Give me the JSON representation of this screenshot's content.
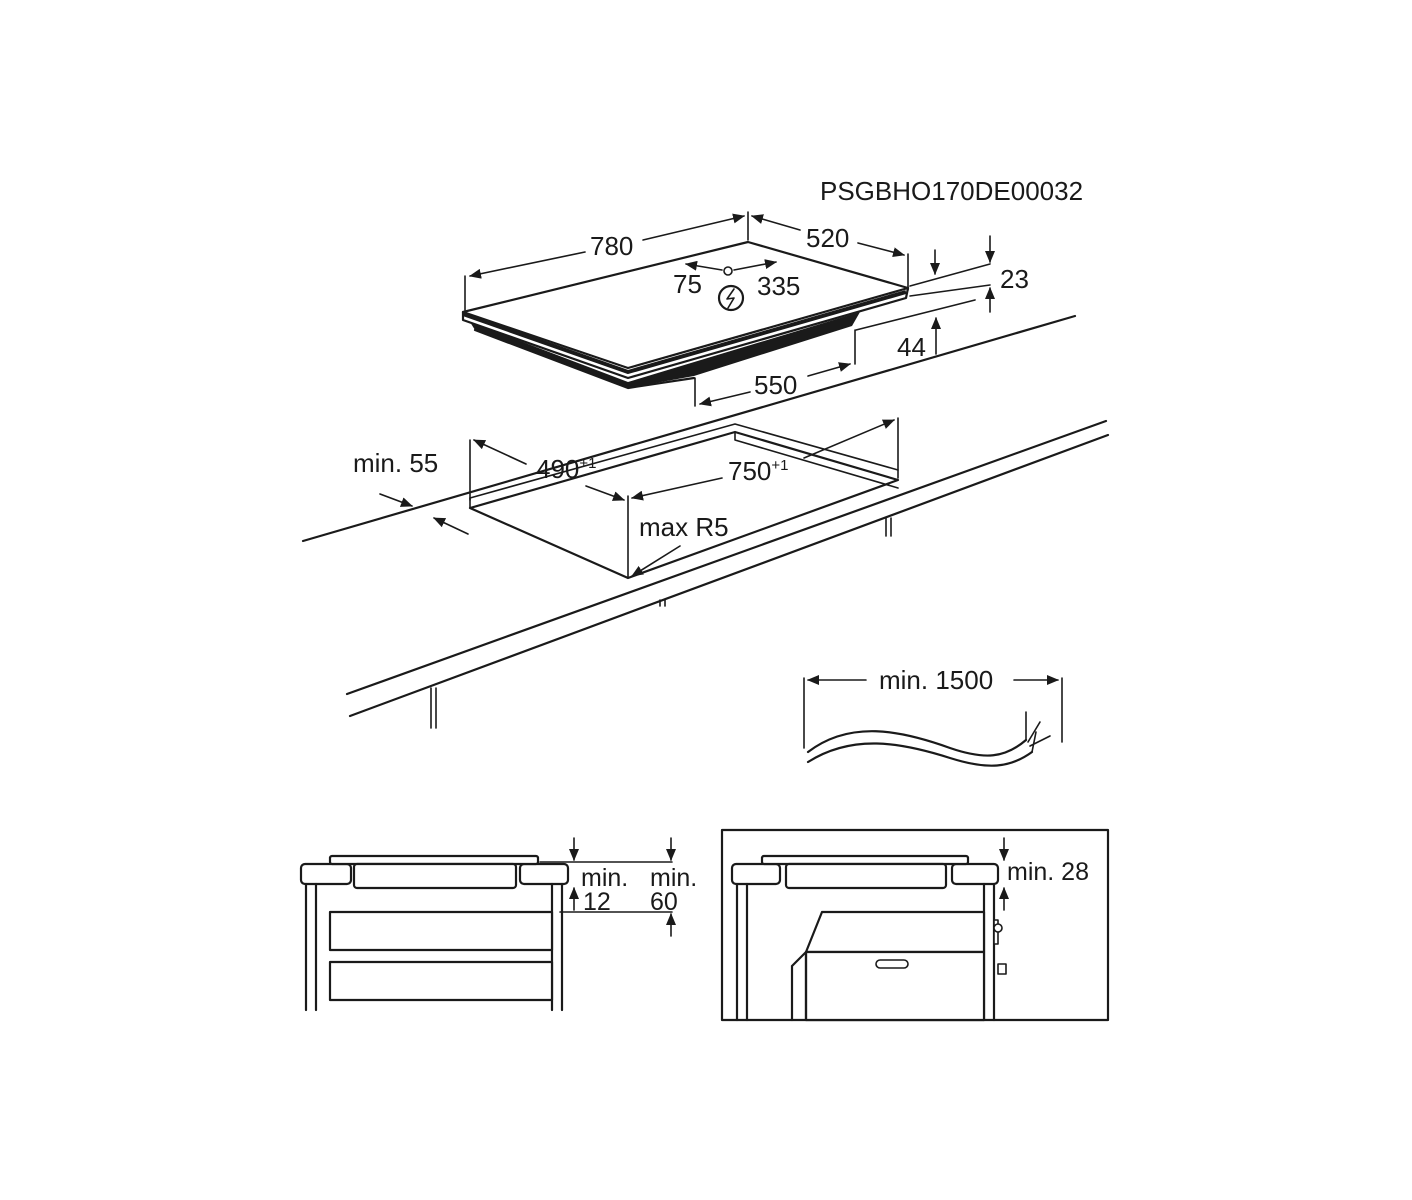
{
  "code": "PSGBHO170DE00032",
  "hob": {
    "width": "780",
    "depth": "520",
    "dist_left": "75",
    "dist_right": "335",
    "glass_thickness": "23",
    "total_height": "44",
    "bottom_width": "550"
  },
  "cutout": {
    "depth": "490",
    "depth_tol": "+1",
    "width": "750",
    "width_tol": "+1",
    "radius": "max R5",
    "front_margin": "min. 55"
  },
  "cable": {
    "length": "min. 1500"
  },
  "drawer_install": {
    "gap_label_1": "min.",
    "gap_value_1": "12",
    "gap_label_2": "min.",
    "gap_value_2": "60"
  },
  "oven_install": {
    "gap": "min. 28"
  },
  "icons": [
    "electric-connection-icon"
  ]
}
